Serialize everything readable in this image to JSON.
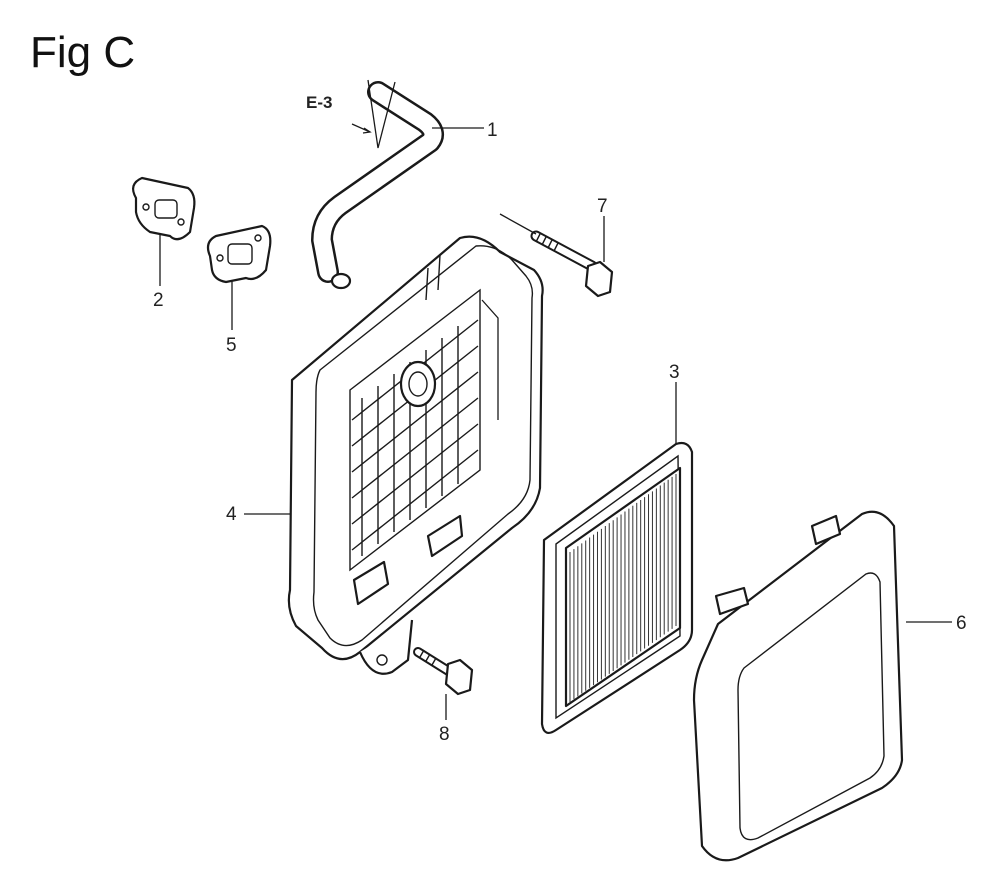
{
  "figure": {
    "title": "Fig C",
    "reference": "E-3"
  },
  "parts": [
    {
      "number": "1",
      "name": "breather-tube"
    },
    {
      "number": "2",
      "name": "gasket"
    },
    {
      "number": "3",
      "name": "air-filter-element"
    },
    {
      "number": "4",
      "name": "air-cleaner-case"
    },
    {
      "number": "5",
      "name": "gasket"
    },
    {
      "number": "6",
      "name": "air-cleaner-cover"
    },
    {
      "number": "7",
      "name": "bolt"
    },
    {
      "number": "8",
      "name": "bolt"
    }
  ]
}
